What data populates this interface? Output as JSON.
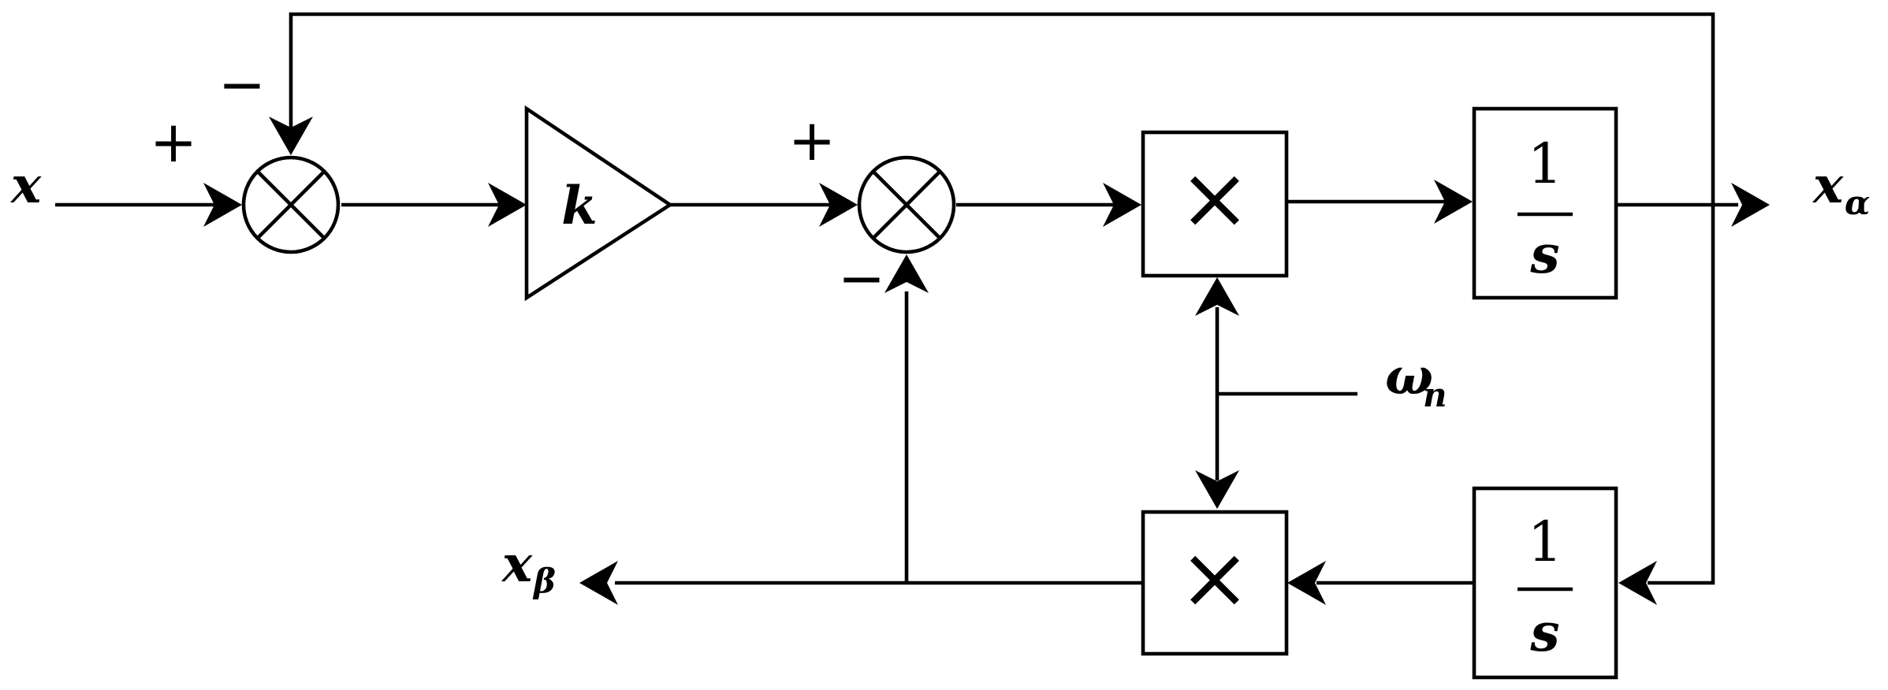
{
  "input": {
    "symbol": "x"
  },
  "outputs": {
    "alpha": {
      "base": "x",
      "sub": "α"
    },
    "beta": {
      "base": "x",
      "sub": "β"
    }
  },
  "gain": {
    "symbol": "k"
  },
  "integrators": [
    {
      "numerator": "1",
      "denominator": "s"
    },
    {
      "numerator": "1",
      "denominator": "s"
    }
  ],
  "multipliers": [
    {
      "symbol": "×"
    },
    {
      "symbol": "×"
    }
  ],
  "frequency": {
    "base": "ω",
    "sub": "n"
  },
  "summing_junctions": [
    {
      "plus": "+",
      "minus": "−"
    },
    {
      "plus": "+",
      "minus": "−"
    }
  ]
}
